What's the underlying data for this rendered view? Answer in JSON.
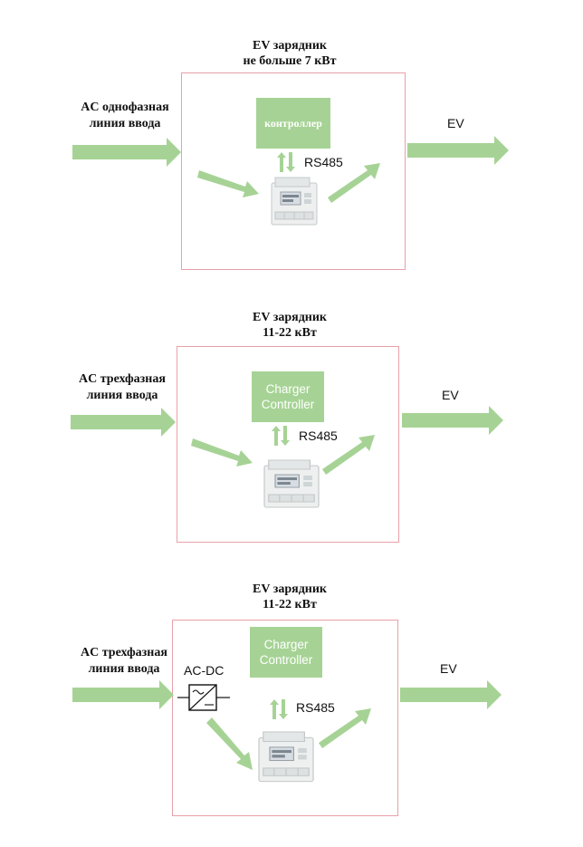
{
  "colors": {
    "arrow": "#a6d395",
    "frame": "#e8a0a8",
    "controller": "#a6d395"
  },
  "panels": [
    {
      "title_line1": "EV зарядник",
      "title_line2": "не больше 7 кВт",
      "input_line1": "AC однофазная",
      "input_line2": "линия ввода",
      "controller_line1": "контроллер",
      "controller_line2": "",
      "bus_label": "RS485",
      "output_label": "EV"
    },
    {
      "title_line1": "EV зарядник",
      "title_line2": "11-22 кВт",
      "input_line1": "AC трехфазная",
      "input_line2": "линия ввода",
      "controller_line1": "Charger",
      "controller_line2": "Controller",
      "bus_label": "RS485",
      "output_label": "EV"
    },
    {
      "title_line1": "EV зарядник",
      "title_line2": "11-22 кВт",
      "input_line1": "AC трехфазная",
      "input_line2": "линия ввода",
      "converter_label": "AC-DC",
      "controller_line1": "Charger",
      "controller_line2": "Controller",
      "bus_label": "RS485",
      "output_label": "EV"
    }
  ]
}
